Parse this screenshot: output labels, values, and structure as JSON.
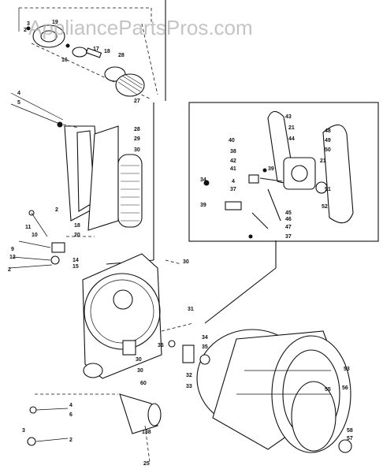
{
  "watermark": "AppliancePartsPros.com",
  "callouts": [
    {
      "id": "c-2a",
      "text": "2"
    },
    {
      "id": "c-3",
      "text": "3"
    },
    {
      "id": "c-19",
      "text": "19"
    },
    {
      "id": "c-17",
      "text": "17"
    },
    {
      "id": "c-18",
      "text": "18"
    },
    {
      "id": "c-28a",
      "text": "28"
    },
    {
      "id": "c-16",
      "text": "16"
    },
    {
      "id": "c-27",
      "text": "27"
    },
    {
      "id": "c-4a",
      "text": "4"
    },
    {
      "id": "c-5",
      "text": "5"
    },
    {
      "id": "c-28b",
      "text": "28"
    },
    {
      "id": "c-29",
      "text": "29"
    },
    {
      "id": "c-30a",
      "text": "30"
    },
    {
      "id": "c-2b",
      "text": "2"
    },
    {
      "id": "c-18b",
      "text": "18"
    },
    {
      "id": "c-11",
      "text": "11"
    },
    {
      "id": "c-10",
      "text": "10"
    },
    {
      "id": "c-20",
      "text": "20"
    },
    {
      "id": "c-9",
      "text": "9"
    },
    {
      "id": "c-12",
      "text": "12"
    },
    {
      "id": "c-2c",
      "text": "2"
    },
    {
      "id": "c-14",
      "text": "14"
    },
    {
      "id": "c-15",
      "text": "15"
    },
    {
      "id": "c-30b",
      "text": "30"
    },
    {
      "id": "c-43",
      "text": "43"
    },
    {
      "id": "c-21a",
      "text": "21"
    },
    {
      "id": "c-44",
      "text": "44"
    },
    {
      "id": "c-48",
      "text": "48"
    },
    {
      "id": "c-49",
      "text": "49"
    },
    {
      "id": "c-50",
      "text": "50"
    },
    {
      "id": "c-40",
      "text": "40"
    },
    {
      "id": "c-38",
      "text": "38"
    },
    {
      "id": "c-42",
      "text": "42"
    },
    {
      "id": "c-41",
      "text": "41"
    },
    {
      "id": "c-39a",
      "text": "39"
    },
    {
      "id": "c-21b",
      "text": "21"
    },
    {
      "id": "c-34",
      "text": "34"
    },
    {
      "id": "c-4b",
      "text": "4"
    },
    {
      "id": "c-37a",
      "text": "37"
    },
    {
      "id": "c-51",
      "text": "51"
    },
    {
      "id": "c-39b",
      "text": "39"
    },
    {
      "id": "c-52",
      "text": "52"
    },
    {
      "id": "c-45",
      "text": "45"
    },
    {
      "id": "c-47",
      "text": "47"
    },
    {
      "id": "c-46",
      "text": "46"
    },
    {
      "id": "c-37b",
      "text": "37"
    },
    {
      "id": "c-31",
      "text": "31"
    },
    {
      "id": "c-36",
      "text": "36"
    },
    {
      "id": "c-30c",
      "text": "30"
    },
    {
      "id": "c-34b",
      "text": "34"
    },
    {
      "id": "c-35",
      "text": "35"
    },
    {
      "id": "c-32",
      "text": "32"
    },
    {
      "id": "c-33",
      "text": "33"
    },
    {
      "id": "c-53",
      "text": "53"
    },
    {
      "id": "c-55",
      "text": "55"
    },
    {
      "id": "c-56",
      "text": "56"
    },
    {
      "id": "c-30d",
      "text": "30"
    },
    {
      "id": "c-60",
      "text": "60"
    },
    {
      "id": "c-4c",
      "text": "4"
    },
    {
      "id": "c-6",
      "text": "6"
    },
    {
      "id": "c-2d",
      "text": "2"
    },
    {
      "id": "c-3b",
      "text": "3"
    },
    {
      "id": "c-138",
      "text": "138"
    },
    {
      "id": "c-25",
      "text": "25"
    },
    {
      "id": "c-58",
      "text": "58"
    },
    {
      "id": "c-57",
      "text": "57"
    }
  ]
}
